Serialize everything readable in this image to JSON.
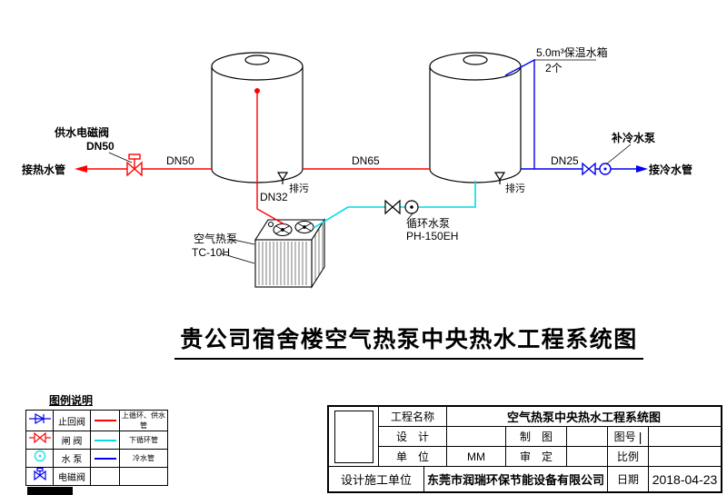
{
  "diagram": {
    "title": "贵公司宿舍楼空气热泵中央热水工程系统图",
    "labels": {
      "tank_spec": "5.0m³保温水箱",
      "tank_count": "2个",
      "supply_valve_name": "供水电磁阀",
      "supply_valve_size": "DN50",
      "hot_water_out": "接热水管",
      "pipe_dn50": "DN50",
      "pipe_dn65": "DN65",
      "pipe_dn32": "DN32",
      "pipe_dn25": "DN25",
      "drain_left": "排污",
      "drain_right": "排污",
      "makeup_pump": "补冷水泵",
      "cold_water_in": "接冷水管",
      "circulation_pump_name": "循环水泵",
      "circulation_pump_model": "PH-150EH",
      "heat_pump_name": "空气热泵",
      "heat_pump_model": "TC-10H"
    }
  },
  "legend": {
    "title": "图例说明",
    "items": [
      {
        "name": "止回阀",
        "symbol": "check-valve"
      },
      {
        "name": "闸 阀",
        "symbol": "gate-valve"
      },
      {
        "name": "水 泵",
        "symbol": "pump"
      },
      {
        "name": "电磁阀",
        "symbol": "solenoid-valve"
      }
    ],
    "lines": [
      {
        "name": "上循环、供水管",
        "color": "#ff0000"
      },
      {
        "name": "下循环管",
        "color": "#00dbe7"
      },
      {
        "name": "冷水管",
        "color": "#0000ee"
      }
    ]
  },
  "title_block": {
    "project_name_label": "工程名称",
    "project_name_value": "空气热泵中央热水工程系统图",
    "design_label": "设　计",
    "draft_label": "制　图",
    "drawing_no_label": "图号",
    "caret": "|",
    "unit_label": "单　位",
    "unit_value": "MM",
    "approve_label": "审　定",
    "scale_label": "比例",
    "company_label": "设计施工单位",
    "company_value": "东莞市润瑞环保节能设备有限公司",
    "date_label": "日期",
    "date_value": "2018-04-23"
  },
  "colors": {
    "hot_pipe": "#ff0000",
    "lower_circulation_pipe": "#00dbe7",
    "cold_pipe": "#0000ee"
  }
}
